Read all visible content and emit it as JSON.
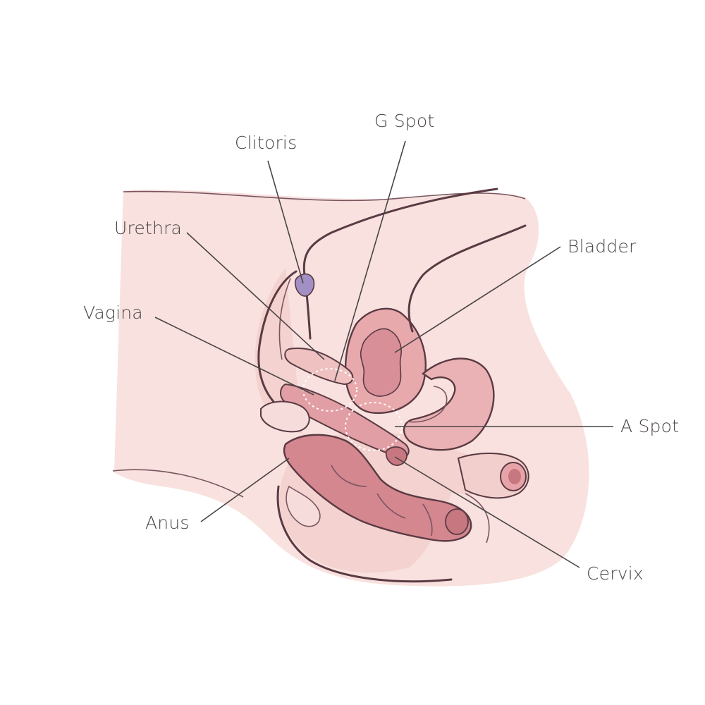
{
  "labels": {
    "clitoris": "Clitoris",
    "g_spot": "G Spot",
    "urethra": "Urethra",
    "bladder": "Bladder",
    "vagina": "Vagina",
    "a_spot": "A Spot",
    "anus": "Anus",
    "cervix": "Cervix"
  },
  "colors": {
    "body_fill": "#f8e1de",
    "tissue_fill": "#efc1c1",
    "organ_fill": "#d98f98",
    "deep_fill": "#c77780",
    "clitoris_fill": "#a28fc4",
    "outline": "#5a3a43",
    "label_text": "#4a4446"
  }
}
